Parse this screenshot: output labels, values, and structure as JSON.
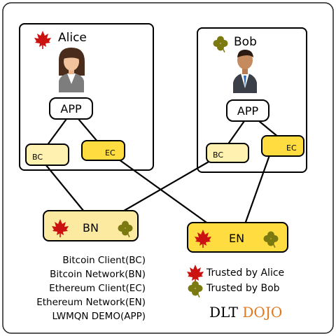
{
  "colors": {
    "maple_red": "#cc1111",
    "clover_olive": "#7a7a10",
    "bc_fill": "#fff1b0",
    "ec_fill": "#ffdd40",
    "bn_fill": "#fbeaa0",
    "en_fill": "#ffdd40",
    "dojo_orange": "#e0781b"
  },
  "alice": {
    "name": "Alice",
    "emblem_icon": "maple-leaf-icon",
    "app_label": "APP",
    "bc_label": "BC",
    "ec_label": "EC"
  },
  "bob": {
    "name": "Bob",
    "emblem_icon": "clover-icon",
    "app_label": "APP",
    "bc_label": "BC",
    "ec_label": "EC"
  },
  "networks": {
    "bn_label": "BN",
    "en_label": "EN"
  },
  "glossary": [
    "Bitcoin Client(BC)",
    "Bitcoin Network(BN)",
    "Ethereum Client(EC)",
    "Ethereum Network(EN)",
    "LWMQN DEMO(APP)"
  ],
  "legend": {
    "trusted_alice": "Trusted by Alice",
    "trusted_bob": "Trusted by Bob"
  },
  "brand": {
    "part1": "DLT",
    "part2": "DOJO"
  }
}
